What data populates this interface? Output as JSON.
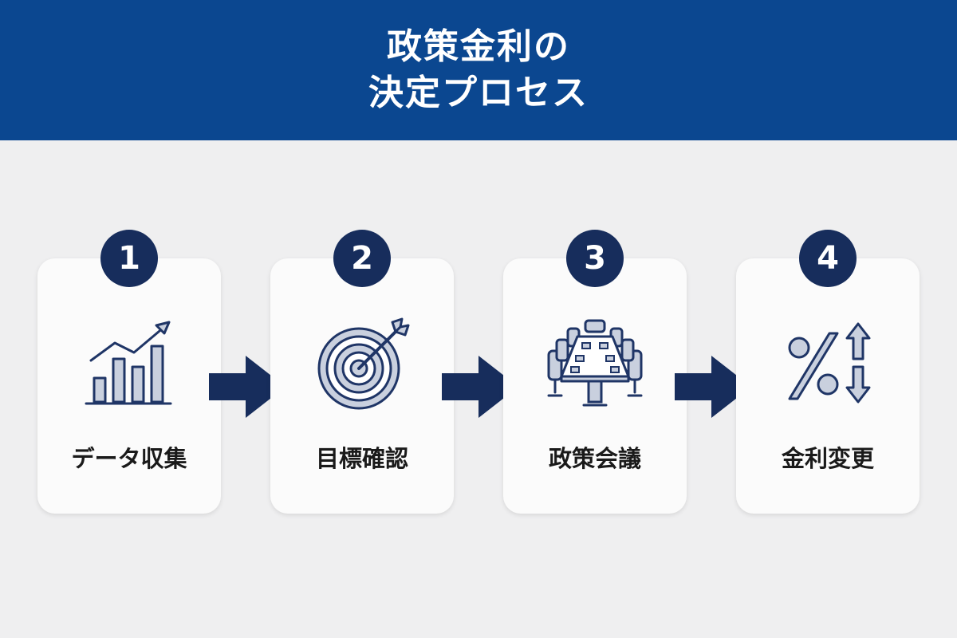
{
  "header": {
    "title_line1": "政策金利の",
    "title_line2": "決定プロセス"
  },
  "steps": [
    {
      "number": "1",
      "label": "データ収集",
      "icon": "bar-chart-growth-icon"
    },
    {
      "number": "2",
      "label": "目標確認",
      "icon": "target-icon"
    },
    {
      "number": "3",
      "label": "政策会議",
      "icon": "meeting-table-icon"
    },
    {
      "number": "4",
      "label": "金利変更",
      "icon": "percent-up-down-icon"
    }
  ],
  "colors": {
    "header_bg": "#0b4790",
    "badge_bg": "#172d5c",
    "arrow": "#172d5c",
    "icon_stroke": "#1f3566",
    "icon_fill": "#c9d0de",
    "page_bg": "#efeff0",
    "card_bg": "#fbfbfb"
  }
}
